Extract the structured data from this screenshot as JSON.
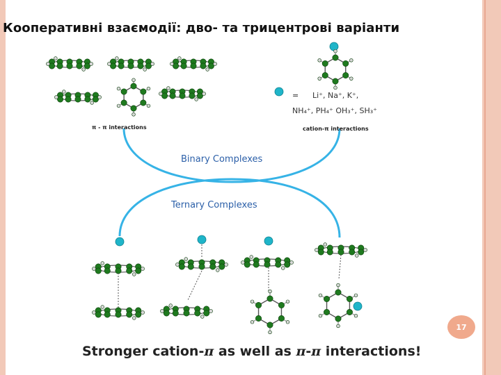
{
  "slide": {
    "title": "Кооперативні взаємодії: дво- та трицентрові варіанти",
    "page_number": "17"
  },
  "colors": {
    "frame": "#f2c9b8",
    "frame_line": "#e8a892",
    "badge": "#f0a98c",
    "loop": "#36b3e6",
    "carbon": "#1f7a1f",
    "hydrogen": "#d8d8d8",
    "cation": "#1fb5c9",
    "label_blue": "#2b5fa8"
  },
  "diagram": {
    "pi_label": "π - π interactions",
    "cation_eq": "=",
    "cation_list_1": "Li⁺, Na⁺, K⁺,",
    "cation_list_2": "NH₄⁺, PH₄⁺ OH₃⁺, SH₃⁺",
    "cation_label": "cation-π interactions",
    "binary_label": "Binary Complexes",
    "ternary_label": "Ternary Complexes"
  },
  "caption": {
    "part1": "Stronger cation-",
    "pi1": "π",
    "part2": " as well as ",
    "pi2": "π",
    "part3": "-",
    "pi3": "π",
    "part4": " interactions!"
  }
}
